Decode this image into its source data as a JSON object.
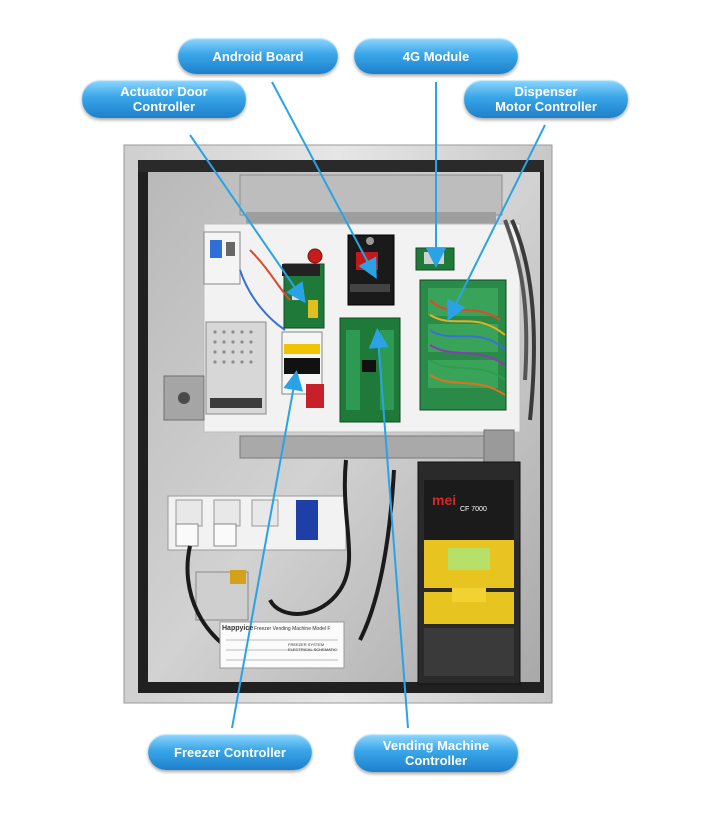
{
  "labels": {
    "android_board": "Android Board",
    "module_4g": "4G Module",
    "actuator_door": "Actuator Door\nController",
    "dispenser_motor": "Dispenser\nMotor Controller",
    "freezer": "Freezer Controller",
    "vending_machine": "Vending Machine\nController"
  },
  "devices": {
    "coin_mech_brand": "mei",
    "coin_mech_model": "CF 7000",
    "schematic_title": "Freezer Vending Machine Model F",
    "schematic_subtitle": "FREEZER SYSTEM\nELECTRICAL SCHEMATIC",
    "brand_label": "Happyice"
  },
  "colors": {
    "callout_top": "#8fd7ff",
    "callout_bottom": "#1d7fcc",
    "arrow": "#2aa3e6",
    "cabinet": "#d9d9d9",
    "pcb_green": "#1f7a3a"
  }
}
